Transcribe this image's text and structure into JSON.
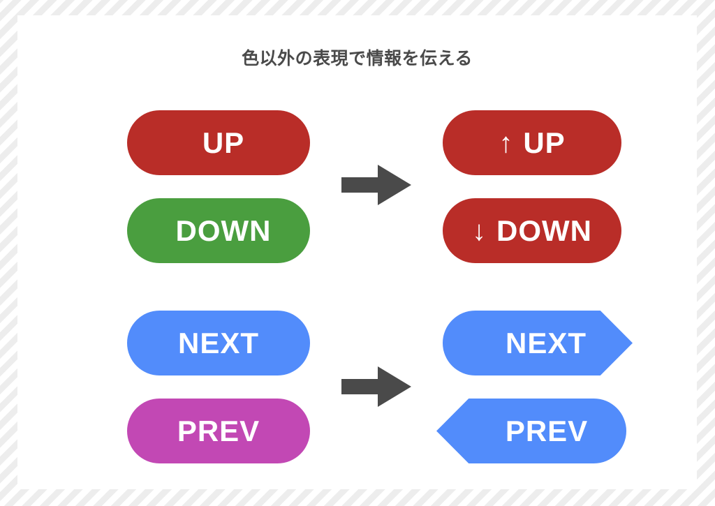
{
  "page": {
    "title": "色以外の表現で情報を伝える"
  },
  "colors": {
    "red": "#b92d28",
    "green": "#4a9e3f",
    "blue": "#528cfb",
    "magenta": "#c248b4",
    "arrow_gray": "#4a4a4a",
    "title_text": "#4a4a4a",
    "card_bg": "#ffffff",
    "stripe": "#ededed"
  },
  "examples": [
    {
      "name": "up-down",
      "before": [
        {
          "id": "up-before",
          "label": "UP",
          "glyph": "",
          "color": "#b92d28",
          "shape": "pill"
        },
        {
          "id": "down-before",
          "label": "DOWN",
          "glyph": "",
          "color": "#4a9e3f",
          "shape": "pill"
        }
      ],
      "transition_icon": "right-arrow-icon",
      "after": [
        {
          "id": "up-after",
          "label": "UP",
          "glyph": "↑",
          "color": "#b92d28",
          "shape": "pill"
        },
        {
          "id": "down-after",
          "label": "DOWN",
          "glyph": "↓",
          "color": "#b92d28",
          "shape": "pill"
        }
      ]
    },
    {
      "name": "next-prev",
      "before": [
        {
          "id": "next-before",
          "label": "NEXT",
          "glyph": "",
          "color": "#528cfb",
          "shape": "pill"
        },
        {
          "id": "prev-before",
          "label": "PREV",
          "glyph": "",
          "color": "#c248b4",
          "shape": "pill"
        }
      ],
      "transition_icon": "right-arrow-icon",
      "after": [
        {
          "id": "next-after",
          "label": "NEXT",
          "glyph": "",
          "color": "#528cfb",
          "shape": "chevron-right"
        },
        {
          "id": "prev-after",
          "label": "PREV",
          "glyph": "",
          "color": "#528cfb",
          "shape": "chevron-left"
        }
      ]
    }
  ]
}
